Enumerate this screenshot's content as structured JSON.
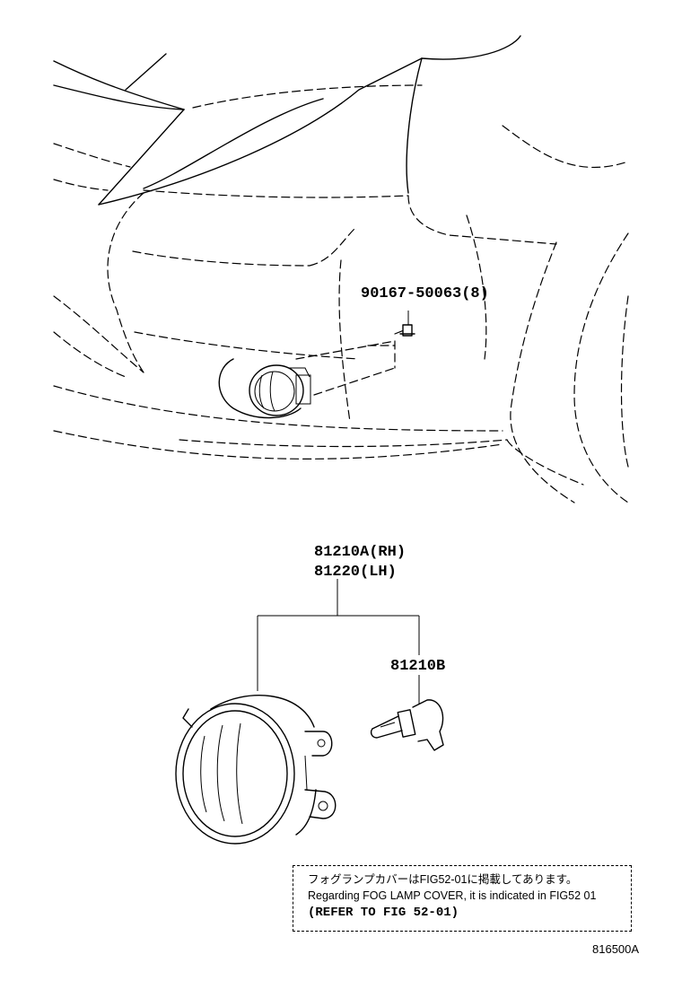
{
  "diagram": {
    "callouts": {
      "bolt": "90167-50063(8)",
      "fog_lamp_rh": "81210A(RH)",
      "fog_lamp_lh": "81220(LH)",
      "bulb": "81210B"
    },
    "note": {
      "line_jp": "フォグランプカバーはFIG52-01に掲載してあります。",
      "line_en": "Regarding FOG LAMP COVER, it is indicated in FIG52 01",
      "line_ref": "(REFER TO FIG 52-01)"
    },
    "figure_id": "816500A"
  }
}
